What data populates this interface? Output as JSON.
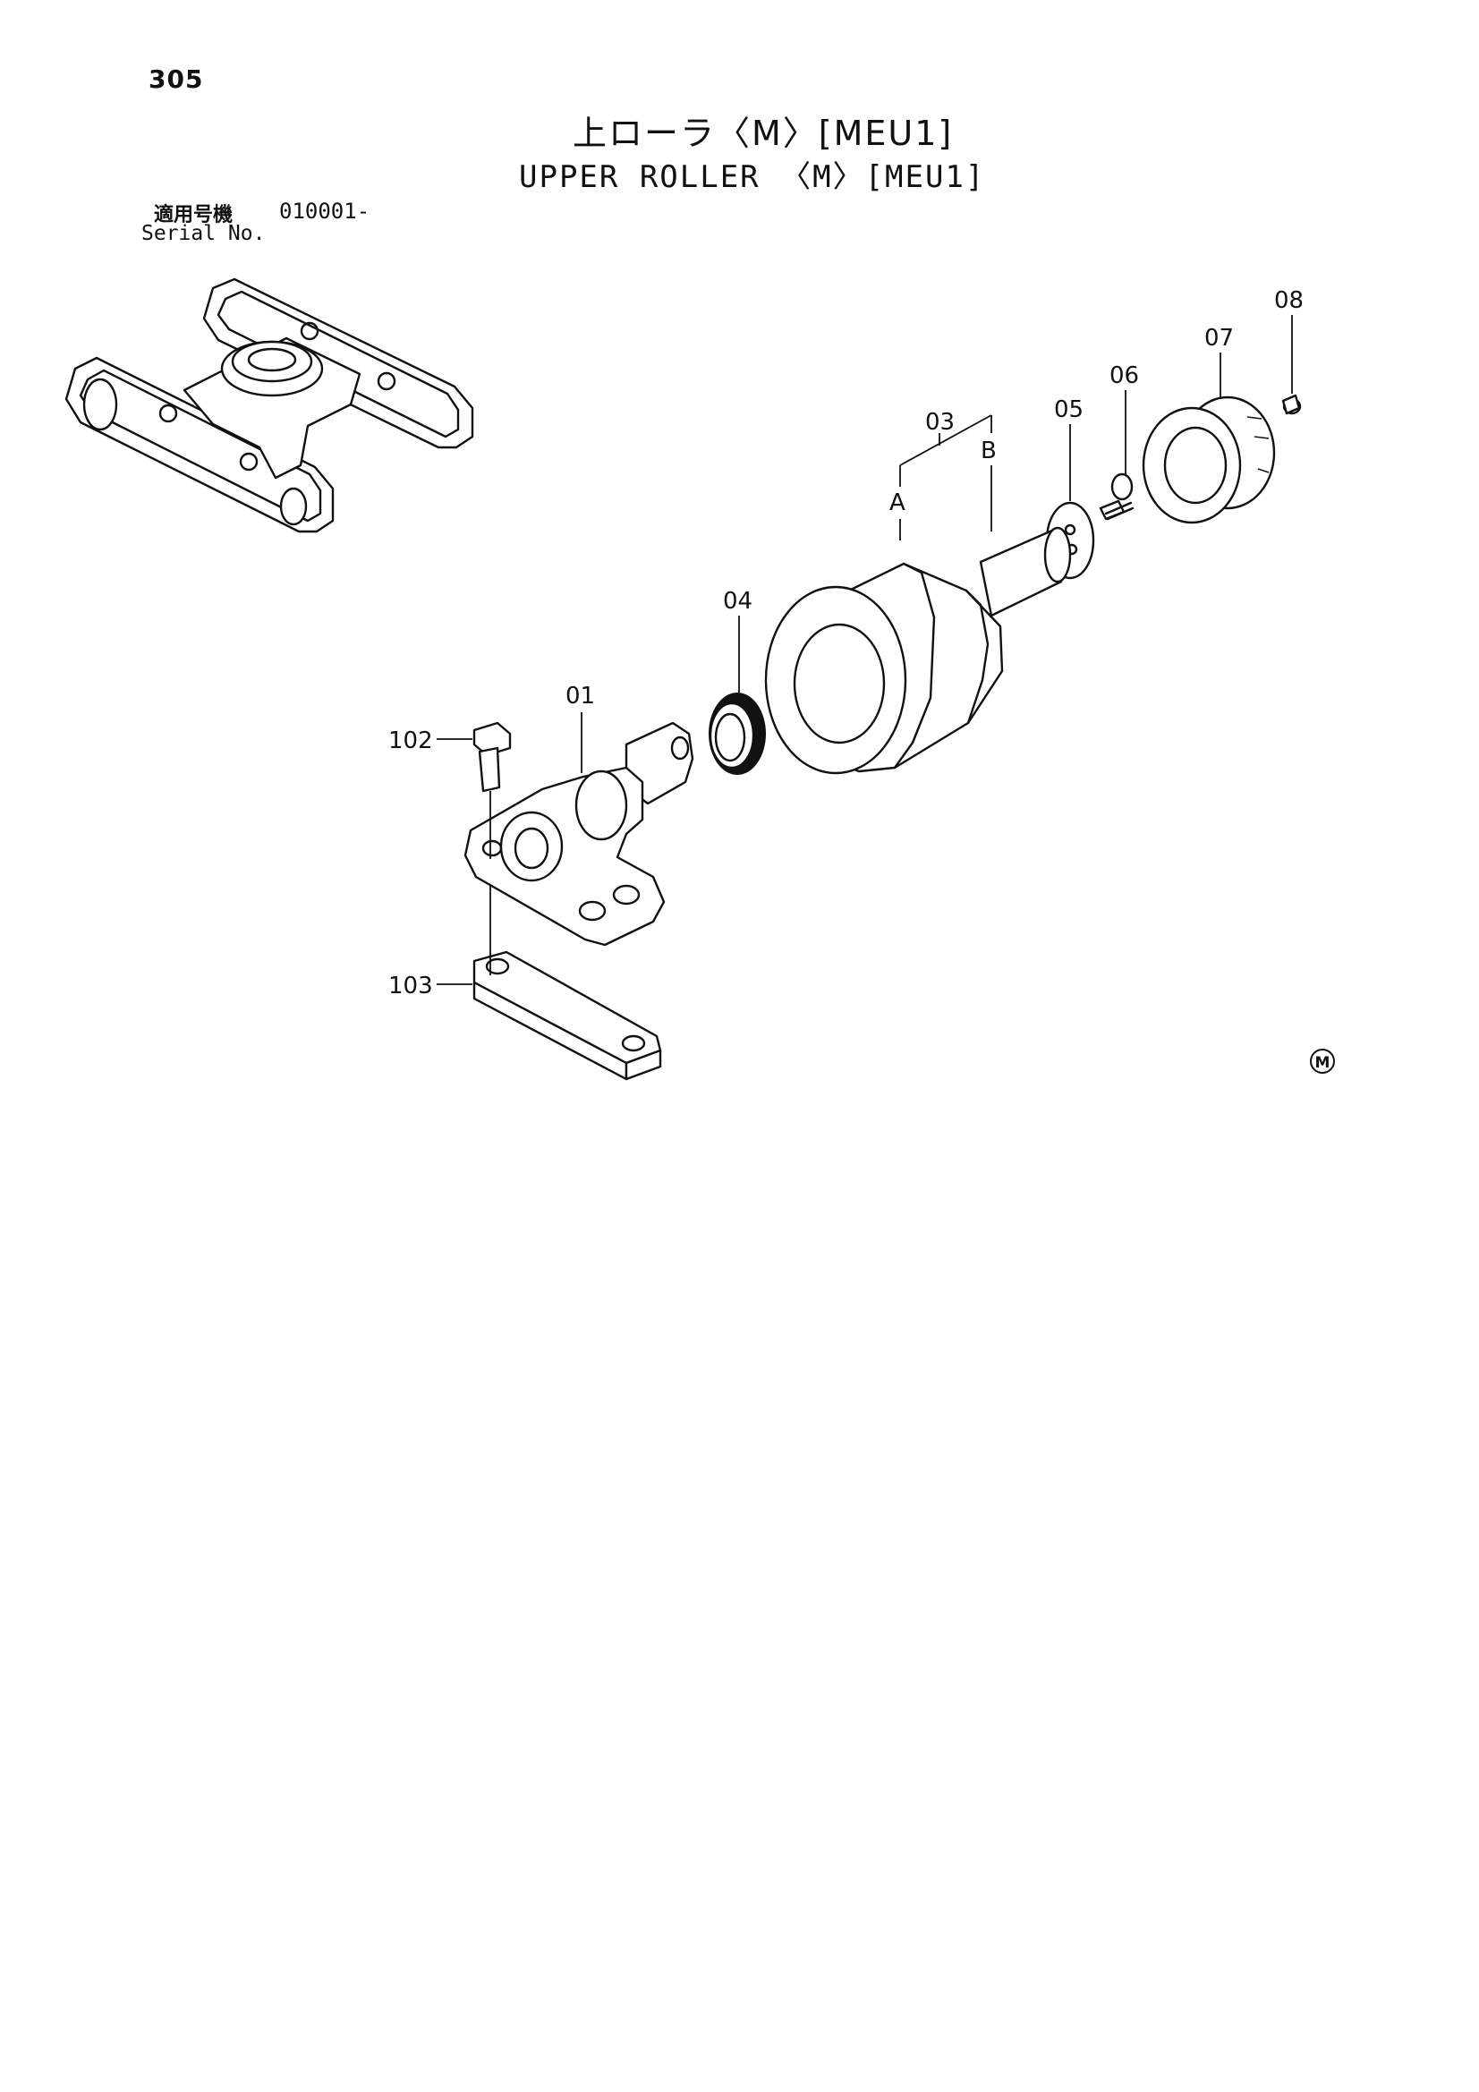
{
  "page_number": "305",
  "title_jp": "上ローラ〈M〉[MEU1]",
  "title_en": "UPPER ROLLER 〈M〉[MEU1]",
  "serial": {
    "label_jp": "適用号機",
    "value": "010001-",
    "label_en": "Serial No."
  },
  "callouts": {
    "c01": "01",
    "c03": "03",
    "cA": "A",
    "cB": "B",
    "c04": "04",
    "c05": "05",
    "c06": "06",
    "c07": "07",
    "c08": "08",
    "c102": "102",
    "c103": "103"
  },
  "mark": "M"
}
